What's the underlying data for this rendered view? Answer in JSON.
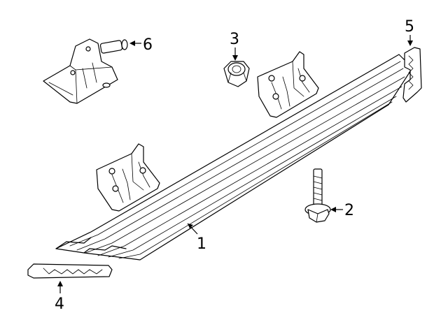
{
  "callouts": [
    {
      "id": "running-board",
      "label": "1"
    },
    {
      "id": "bolt",
      "label": "2"
    },
    {
      "id": "nut",
      "label": "3"
    },
    {
      "id": "front-end-cap",
      "label": "4"
    },
    {
      "id": "rear-end-cap",
      "label": "5"
    },
    {
      "id": "mounting-bracket",
      "label": "6"
    }
  ]
}
